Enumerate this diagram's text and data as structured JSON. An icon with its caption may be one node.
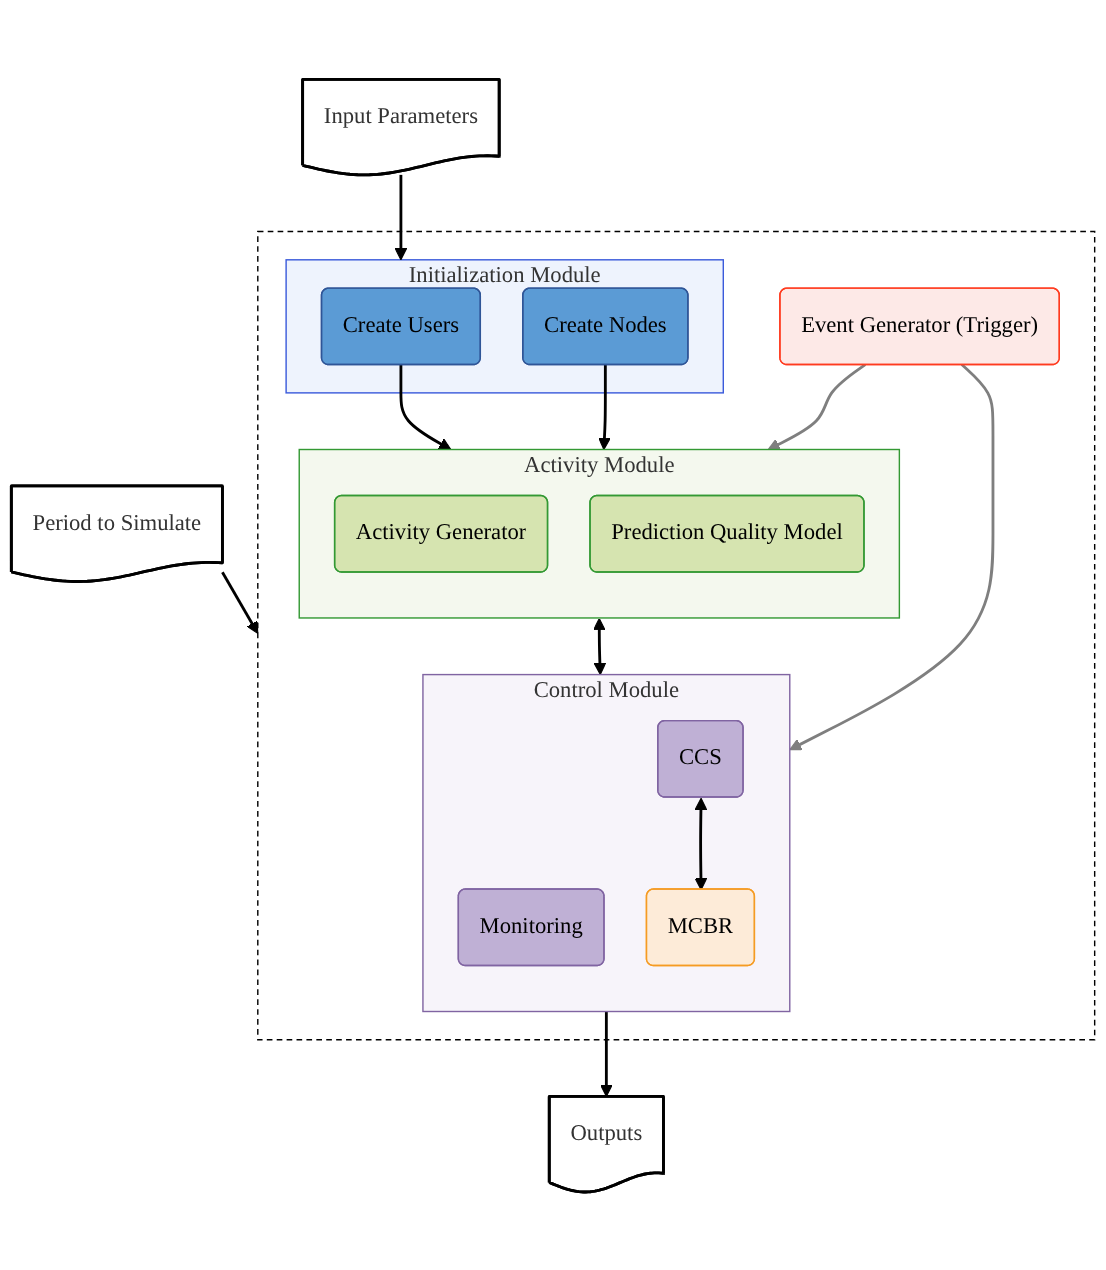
{
  "diagram": {
    "nodes": [
      {
        "text": [
          "Input Parameters"
        ]
      },
      {
        "text": [
          "Period to Simulate"
        ]
      },
      {
        "text": [],
        "shape": "box"
      },
      {
        "text": [
          "Initialization Module"
        ],
        "in": 2
      },
      {
        "text": [
          "Create Users"
        ],
        "in": 3
      },
      {
        "text": [
          "Create Nodes"
        ],
        "in": 3
      },
      {
        "text": [
          "Activity Module"
        ],
        "in": 2
      },
      {
        "text": [
          "Activity Generator"
        ],
        "in": 6
      },
      {
        "text": [
          "Prediction Quality Model"
        ],
        "in": 6
      },
      {
        "text": [
          "Event Generator (Trigger)"
        ],
        "in": 2
      },
      {
        "text": [
          "Control Module"
        ],
        "in": 2
      },
      {
        "text": [
          "Monitoring"
        ],
        "in": 10
      },
      {
        "text": [
          "CCS"
        ],
        "in": 10
      },
      {
        "text": [
          "MCBR"
        ],
        "in": 10
      },
      {
        "text": [
          "Outputs"
        ]
      }
    ],
    "edges": [
      {
        "from": 0,
        "to": 3,
        "arrow": "to"
      },
      {
        "from": 1,
        "to": 2,
        "arrow": "to"
      },
      {
        "from": 4,
        "to": 6,
        "arrow": "to"
      },
      {
        "from": 5,
        "to": 6,
        "arrow": "to"
      },
      {
        "from": 6,
        "to": 10,
        "arrow": "both"
      },
      {
        "from": 9,
        "to": 6,
        "arrow": "to",
        "color": "#7f7f7f"
      },
      {
        "from": 9,
        "to": 10,
        "arrow": "to",
        "color": "#7f7f7f"
      },
      {
        "from": 12,
        "to": 13,
        "arrow": "both"
      },
      {
        "from": 10,
        "to": 14,
        "arrow": "to"
      }
    ]
  }
}
